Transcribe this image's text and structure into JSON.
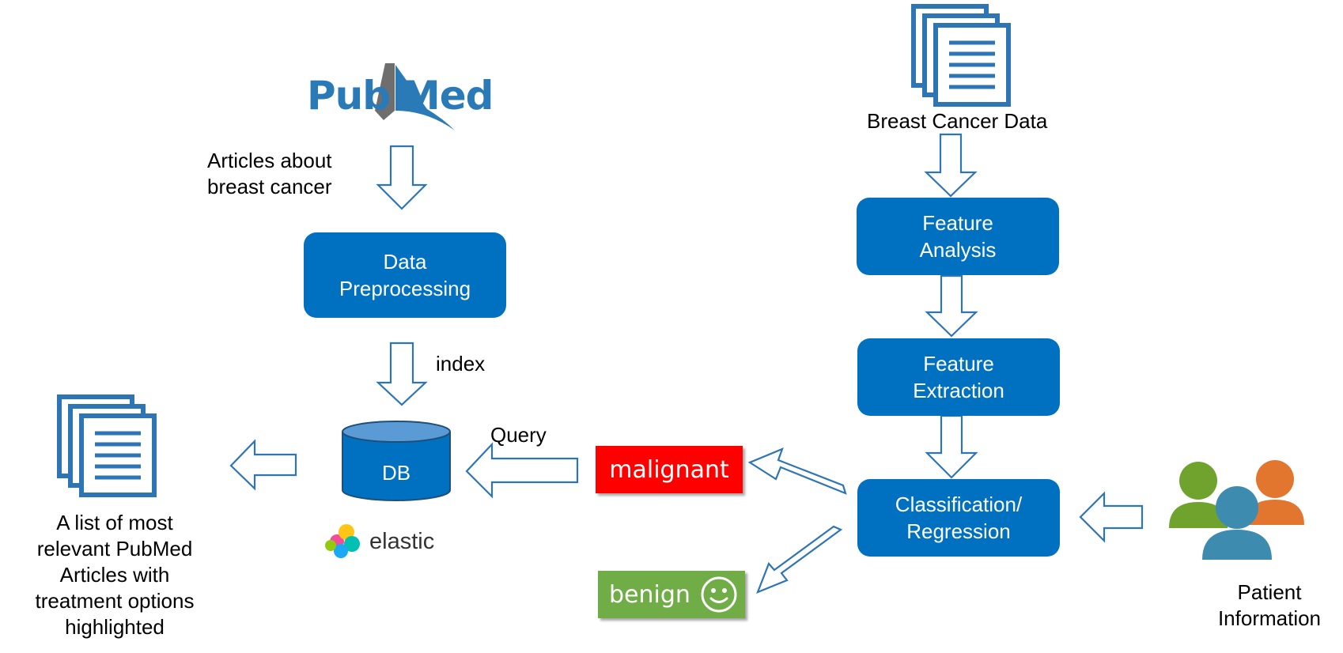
{
  "pubmed_logo": {
    "left": "Pub",
    "right": "Med"
  },
  "labels": {
    "articles": "Articles about\nbreast cancer",
    "index": "index",
    "query": "Query",
    "breast_cancer_data": "Breast Cancer Data",
    "result_list": "A list of most\nrelevant PubMed\nArticles with\ntreatment options\nhighlighted",
    "patient_info": "Patient\nInformation",
    "elastic": "elastic"
  },
  "boxes": {
    "data_preprocessing": "Data\nPreprocessing",
    "feature_analysis": "Feature\nAnalysis",
    "feature_extraction": "Feature\nExtraction",
    "classification": "Classification/\nRegression",
    "db": "DB"
  },
  "results": {
    "malignant": "malignant",
    "benign": "benign"
  },
  "colors": {
    "box_blue": "#0070c0",
    "arrow_outline": "#2e75b6",
    "malignant_red": "#ff0000",
    "benign_green": "#70ad47",
    "pubmed_blue": "#2a7ab8"
  }
}
